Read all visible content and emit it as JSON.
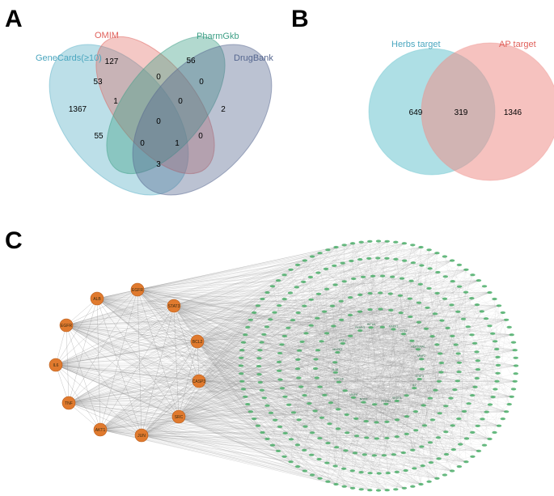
{
  "panels": {
    "a": "A",
    "b": "B",
    "c": "C"
  },
  "venn4": {
    "sets": [
      {
        "name": "GeneCards(≥10)",
        "color": "#5fb3c9"
      },
      {
        "name": "OMIM",
        "color": "#e0605a"
      },
      {
        "name": "PharmGkb",
        "color": "#3fa087"
      },
      {
        "name": "DrugBank",
        "color": "#55668f"
      }
    ],
    "counts": {
      "omim_only": "127",
      "pharm_only": "56",
      "drug_only": "2",
      "gene_only": "1367",
      "gene_omim": "53",
      "omim_pharm": "0",
      "pharm_drug": "0",
      "gene_omim_pharm": "1",
      "omim_pharm_drug": "0",
      "all": "0",
      "gene_pharm": "55",
      "omim_drug": "0",
      "gene_omim_drug": "0",
      "gene_pharm_drug": "1",
      "gene_drug": "3"
    }
  },
  "venn2": {
    "left": {
      "name": "Herbs target",
      "color": "#6cc5d0",
      "count": "649"
    },
    "right": {
      "name": "AP target",
      "color": "#ee8f8a",
      "count": "1346"
    },
    "overlap": "319"
  },
  "network": {
    "hub_color": "#e07a2e",
    "edge_color": "#8a8a8a",
    "node_color": "#4cae6a",
    "hubs_left": [
      "ALB",
      "EGFR",
      "IL6",
      "TNF",
      "AKT1"
    ],
    "hubs_right": [
      "EGFR",
      "STAT3",
      "BCL2",
      "CASP3",
      "SRC",
      "JUN"
    ],
    "inner_labels": [
      "STAT3",
      "IL2",
      "VEGFA",
      "PTGS2",
      "NOS3",
      "MMP9",
      "CXCL8",
      "IL1B",
      "MAPK3",
      "ESR1",
      "PPARG",
      "HIF1A",
      "MAPK1",
      "CCL2",
      "HSP90AA1",
      "MMP2"
    ]
  }
}
